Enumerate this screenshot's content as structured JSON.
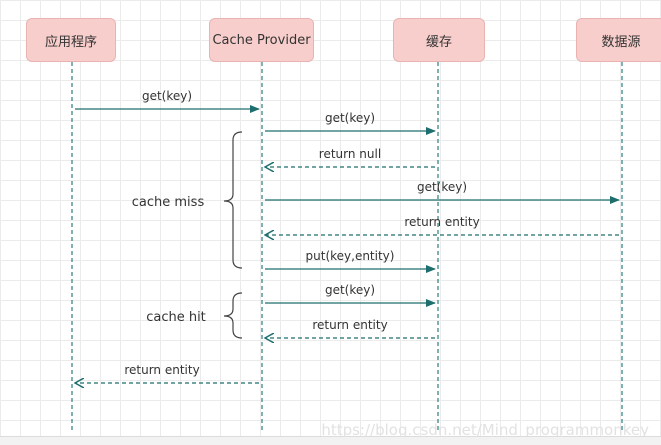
{
  "participants": [
    {
      "id": "app",
      "label": "应用程序"
    },
    {
      "id": "provider",
      "label": "Cache Provider"
    },
    {
      "id": "cache",
      "label": "缓存"
    },
    {
      "id": "db",
      "label": "数据源"
    }
  ],
  "messages": [
    {
      "from": "app",
      "to": "provider",
      "label": "get(key)",
      "style": "solid"
    },
    {
      "from": "provider",
      "to": "cache",
      "label": "get(key)",
      "style": "solid"
    },
    {
      "from": "cache",
      "to": "provider",
      "label": "return null",
      "style": "dashed"
    },
    {
      "from": "provider",
      "to": "db",
      "label": "get(key)",
      "style": "solid"
    },
    {
      "from": "db",
      "to": "provider",
      "label": "return entity",
      "style": "dashed"
    },
    {
      "from": "provider",
      "to": "cache",
      "label": "put(key,entity)",
      "style": "solid"
    },
    {
      "from": "provider",
      "to": "cache",
      "label": "get(key)",
      "style": "solid"
    },
    {
      "from": "cache",
      "to": "provider",
      "label": "return entity",
      "style": "dashed"
    },
    {
      "from": "provider",
      "to": "app",
      "label": "return entity",
      "style": "dashed"
    }
  ],
  "groups": [
    {
      "label": "cache miss",
      "first_message": 1,
      "last_message": 5
    },
    {
      "label": "cache hit",
      "first_message": 6,
      "last_message": 7
    }
  ],
  "colors": {
    "participant_fill": "#f8cecc",
    "arrow": "#1e6e6e",
    "lifeline": "#2a8080"
  },
  "watermark": "https://blog.csdn.net/Mind_programmonkey"
}
